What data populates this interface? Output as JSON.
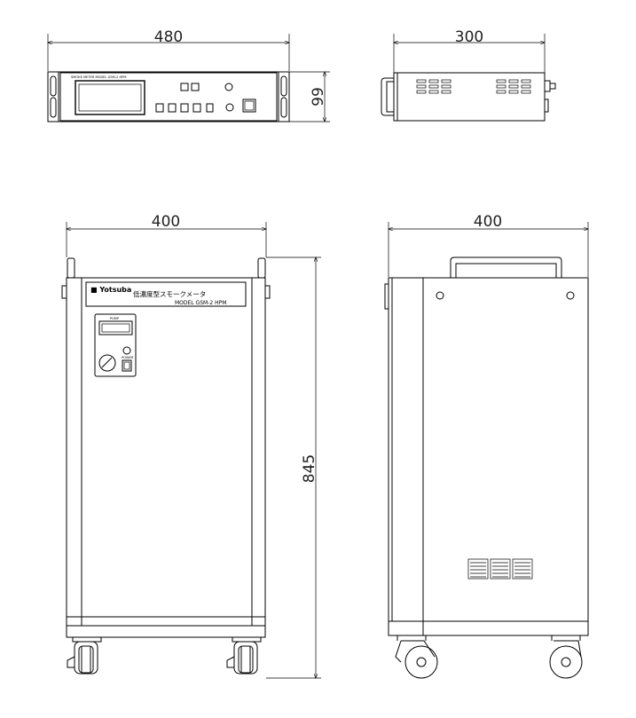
{
  "dimensions": {
    "front_top_width": "480",
    "side_top_width": "300",
    "top_height": "99",
    "front_cart_width": "400",
    "side_cart_width": "400",
    "cart_height": "845"
  },
  "rack_panel": {
    "header_line": "SMOKE METER MODEL GSM-2 HPM",
    "row_labels": [
      "",
      "",
      "",
      "",
      "",
      "",
      "",
      ""
    ]
  },
  "cart_front": {
    "logo": "■ Yotsuba",
    "product_name": "低濃度型スモークメータ",
    "model_line": "MODEL GSM-2 HPM",
    "panel_label": "PUMP",
    "power_label": "POWER"
  }
}
